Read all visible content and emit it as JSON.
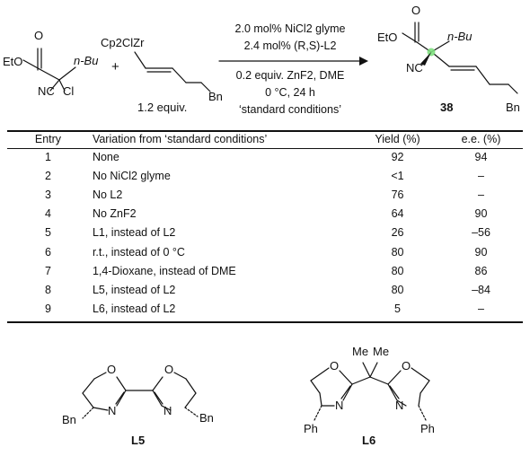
{
  "scheme": {
    "substrate": {
      "o": "O",
      "eto": "EtO",
      "nbu": "n-Bu",
      "nc": "NC",
      "cl": "Cl"
    },
    "plus": "+",
    "reagent": {
      "cp2clzr": "Cp2ClZr",
      "bn": "Bn",
      "equiv": "1.2 equiv."
    },
    "conditions": {
      "line1": "2.0 mol% NiCl2 glyme",
      "line2": "2.4 mol% (R,S)-L2",
      "line3": "0.2 equiv. ZnF2, DME",
      "line4": "0 °C, 24 h",
      "line5": "‘standard conditions’"
    },
    "product": {
      "o": "O",
      "eto": "EtO",
      "nbu": "n-Bu",
      "nc": "NC",
      "bn": "Bn",
      "number": "38"
    },
    "highlight_color": "#7fe07f"
  },
  "table": {
    "headers": {
      "entry": "Entry",
      "variation": "Variation from ‘standard conditions’",
      "yield": "Yield (%)",
      "ee": "e.e. (%)"
    },
    "rows": [
      {
        "entry": "1",
        "variation": "None",
        "yield": "92",
        "ee": "94"
      },
      {
        "entry": "2",
        "variation": "No NiCl2 glyme",
        "yield": "<1",
        "ee": "–"
      },
      {
        "entry": "3",
        "variation": "No L2",
        "yield": "76",
        "ee": "–"
      },
      {
        "entry": "4",
        "variation": "No ZnF2",
        "yield": "64",
        "ee": "90"
      },
      {
        "entry": "5",
        "variation": "L1, instead of L2",
        "yield": "26",
        "ee": "–56"
      },
      {
        "entry": "6",
        "variation": "r.t., instead of 0 °C",
        "yield": "80",
        "ee": "90"
      },
      {
        "entry": "7",
        "variation": "1,4-Dioxane, instead of DME",
        "yield": "80",
        "ee": "86"
      },
      {
        "entry": "8",
        "variation": "L5, instead of L2",
        "yield": "80",
        "ee": "–84"
      },
      {
        "entry": "9",
        "variation": "L6, instead of L2",
        "yield": "5",
        "ee": "–"
      }
    ]
  },
  "ligands": {
    "l5": {
      "name": "L5",
      "o": "O",
      "n": "N",
      "bn": "Bn"
    },
    "l6": {
      "name": "L6",
      "o": "O",
      "n": "N",
      "me": "Me",
      "ph": "Ph"
    }
  }
}
